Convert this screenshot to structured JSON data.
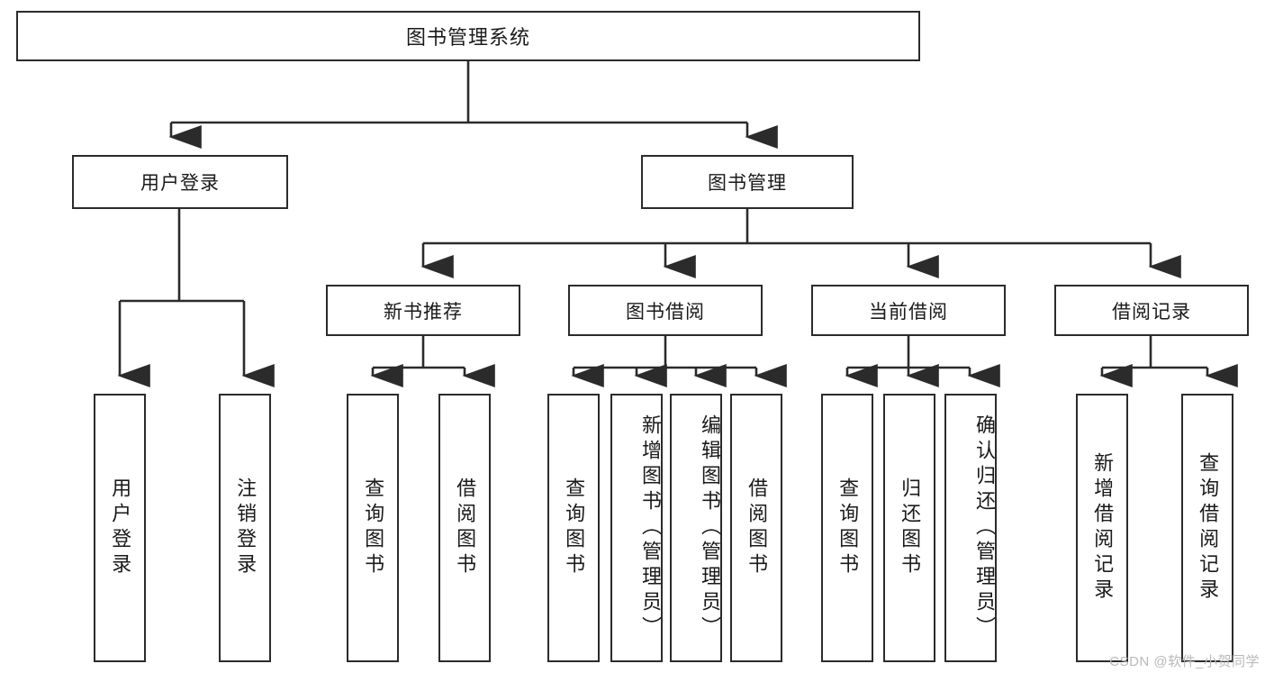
{
  "diagram": {
    "title": "图书管理系统",
    "watermark": "CSDN @软件_小贺同学",
    "colors": {
      "line": "#2b2b2b",
      "box_border": "#2b2b2b",
      "box_fill": "#ffffff",
      "text": "#1a1a1a",
      "watermark": "#b9b9b9"
    },
    "root": {
      "label": "图书管理系统"
    },
    "level2": [
      {
        "label": "用户登录"
      },
      {
        "label": "图书管理"
      }
    ],
    "level3": [
      {
        "label": "新书推荐"
      },
      {
        "label": "图书借阅"
      },
      {
        "label": "当前借阅"
      },
      {
        "label": "借阅记录"
      }
    ],
    "leaves": {
      "user_login": [
        {
          "label": "用户登录"
        },
        {
          "label": "注销登录"
        }
      ],
      "new_book_recommend": [
        {
          "label": "查询图书"
        },
        {
          "label": "借阅图书"
        }
      ],
      "book_borrow": [
        {
          "label": "查询图书"
        },
        {
          "label": "新增图书（管理员）"
        },
        {
          "label": "编辑图书（管理员）"
        },
        {
          "label": "借阅图书"
        }
      ],
      "current_borrow": [
        {
          "label": "查询图书"
        },
        {
          "label": "归还图书"
        },
        {
          "label": "确认归还（管理员）"
        }
      ],
      "borrow_record": [
        {
          "label": "新增借阅记录"
        },
        {
          "label": "查询借阅记录"
        }
      ]
    }
  }
}
